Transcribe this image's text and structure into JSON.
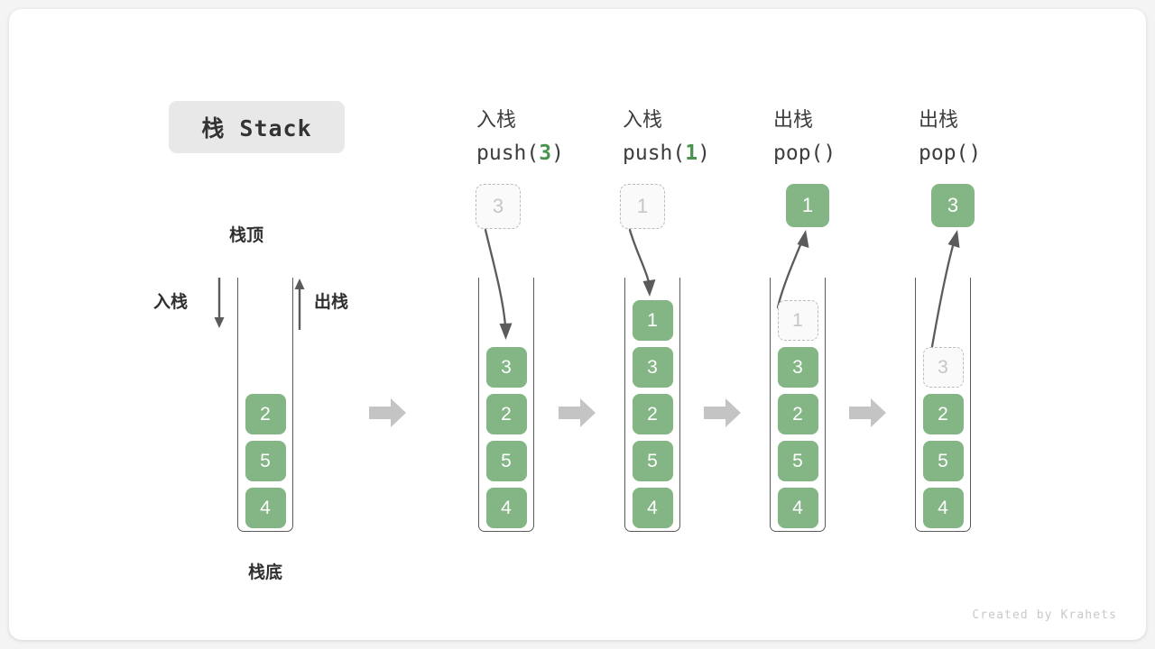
{
  "card": {
    "title_badge": "栈 Stack",
    "footer": "Created by Krahets"
  },
  "colors": {
    "cell_green": "#83b585",
    "accent_green": "#4a934f",
    "ghost_fill": "#fafafa",
    "ghost_border": "#bcbcbc",
    "ghost_text": "#c6c6c6",
    "container_border": "#5a5a5a",
    "block_arrow": "#c4c4c4",
    "curve_arrow": "#5b5b5b",
    "badge_bg": "#e8e8e8",
    "card_bg": "#ffffff",
    "page_bg": "#f4f4f4"
  },
  "legend": {
    "top_label": "栈顶",
    "bottom_label": "栈底",
    "push_label": "入栈",
    "pop_label": "出栈"
  },
  "columns": [
    {
      "id": "initial",
      "header_cn": "",
      "header_code": "",
      "cells": [
        "2",
        "5",
        "4"
      ],
      "ghost_index": -1,
      "float_cell": null,
      "float_ghost": false,
      "arrow": "none"
    },
    {
      "id": "push-3",
      "header_cn": "入栈",
      "header_code_prefix": "push(",
      "header_code_num": "3",
      "header_code_suffix": ")",
      "cells": [
        "3",
        "2",
        "5",
        "4"
      ],
      "ghost_index": -1,
      "float_cell": "3",
      "float_ghost": true,
      "arrow": "down"
    },
    {
      "id": "push-1",
      "header_cn": "入栈",
      "header_code_prefix": "push(",
      "header_code_num": "1",
      "header_code_suffix": ")",
      "cells": [
        "1",
        "3",
        "2",
        "5",
        "4"
      ],
      "ghost_index": -1,
      "float_cell": "1",
      "float_ghost": true,
      "arrow": "down"
    },
    {
      "id": "pop-1",
      "header_cn": "出栈",
      "header_code_prefix": "pop(",
      "header_code_num": "",
      "header_code_suffix": ")",
      "cells": [
        "1",
        "3",
        "2",
        "5",
        "4"
      ],
      "ghost_index": 0,
      "float_cell": "1",
      "float_ghost": false,
      "arrow": "up"
    },
    {
      "id": "pop-3",
      "header_cn": "出栈",
      "header_code_prefix": "pop(",
      "header_code_num": "",
      "header_code_suffix": ")",
      "cells": [
        "3",
        "2",
        "5",
        "4"
      ],
      "ghost_index": 0,
      "float_cell": "3",
      "float_ghost": false,
      "arrow": "up"
    }
  ],
  "transitions": [
    "→",
    "→",
    "→",
    "→"
  ]
}
